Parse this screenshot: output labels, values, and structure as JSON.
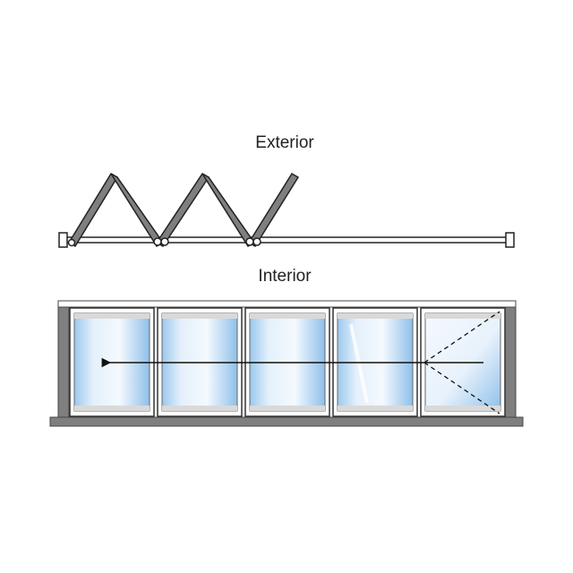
{
  "labels": {
    "exterior": "Exterior",
    "interior": "Interior"
  },
  "colors": {
    "frame": "#7f7f7f",
    "frame_dark": "#555555",
    "outline": "#222222",
    "glass_light": "#eef6fd",
    "glass_blue": "#8fc0ea",
    "panel_stroke": "#333333"
  },
  "diagram": {
    "panel_count": 5,
    "folding_panels_count": 5,
    "slide_direction": "left",
    "swing_panel": "rightmost"
  }
}
